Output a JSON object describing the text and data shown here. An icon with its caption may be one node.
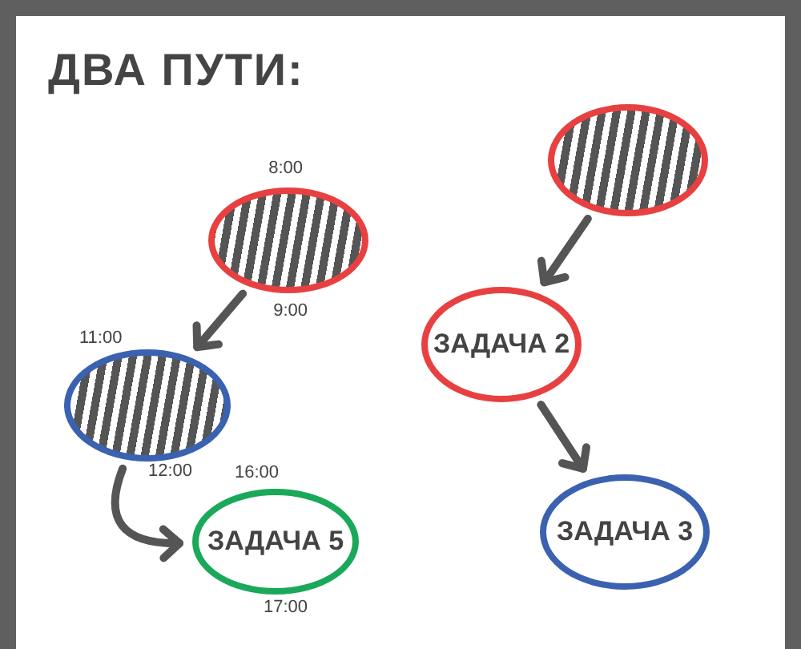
{
  "diagram": {
    "title": "ДВА ПУТИ:",
    "nodes": [
      {
        "text": [],
        "shape": "ellipse",
        "beside": [
          "8:00",
          "9:00"
        ]
      },
      {
        "text": [],
        "shape": "ellipse",
        "beside": [
          "11:00",
          "12:00"
        ]
      },
      {
        "text": [
          "ЗАДАЧА 5"
        ],
        "beside": [
          "16:00",
          "17:00"
        ]
      },
      {
        "text": [],
        "shape": "ellipse"
      },
      {
        "text": [
          "ЗАДАЧА 2"
        ]
      },
      {
        "text": [
          "ЗАДАЧА 3"
        ]
      }
    ],
    "edges": [
      {
        "from": 0,
        "to": 1,
        "arrow": "to"
      },
      {
        "from": 1,
        "to": 2,
        "arrow": "to"
      },
      {
        "from": 3,
        "to": 4,
        "arrow": "to"
      },
      {
        "from": 4,
        "to": 5,
        "arrow": "to"
      }
    ]
  }
}
